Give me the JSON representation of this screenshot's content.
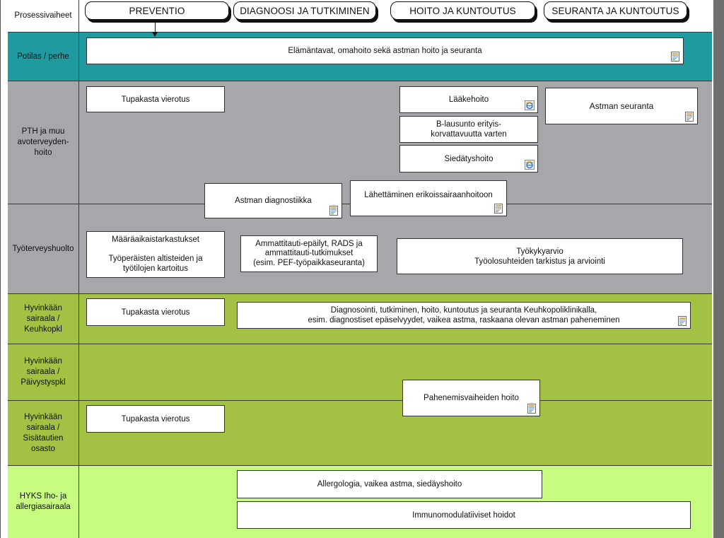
{
  "colors": {
    "lane_header": "#ffffff",
    "lane_patient": "#1e9aa0",
    "lane_primary": "#a7a7ab",
    "lane_occupational": "#a7a7ab",
    "lane_hospital": "#a3c244",
    "lane_hyks": "#c6fb80"
  },
  "header": {
    "label": "Prosessivaiheet"
  },
  "phases": [
    "PREVENTIO",
    "DIAGNOOSI JA TUTKIMINEN",
    "HOITO JA KUNTOUTUS",
    "SEURANTA JA KUNTOUTUS"
  ],
  "lanes": [
    "Potilas / perhe",
    "PTH ja muu\navoterveyden-\nhoito",
    "Työterveyshuolto",
    "Hyvinkään\nsairaala /\nKeuhkopkl",
    "Hyvinkään\nsairaala /\nPäivystyspkl",
    "Hyvinkään\nsairaala /\nSisätautien osasto",
    "HYKS Iho- ja\nallergiasairaala"
  ],
  "boxes": {
    "patient_care": "Elämäntavat, omahoito sekä astman hoito ja seuranta",
    "pth_smoking": "Tupakasta vierotus",
    "pth_medication": "Lääkehoito",
    "pth_statement": "B-lausunto erityis-\nkorvattavuutta varten",
    "pth_desensitization": "Siedätyshoito",
    "pth_followup": "Astman seuranta",
    "diagnostics": "Astman diagnostiikka",
    "referral": "Lähettäminen erikoissairaanhoitoon",
    "occ_checkups": "Määräaikaistarkastukset\n\nTyöperäisten altisteiden ja\ntyötilojen kartoitus",
    "occ_disease": "Ammattitauti-epäilyt, RADS ja\nammattitauti-tutkimukset\n(esim. PEF-työpaikkaseuranta)",
    "occ_workability": "Työkykyarvio\nTyöolosuhteiden tarkistus ja arviointi",
    "keuhko_smoking": "Tupakasta vierotus",
    "keuhko_clinic": "Diagnosointi, tutkiminen, hoito, kuntoutus ja seuranta Keuhkopoliklinikalla,\nesim. diagnostiset epäselvyydet, vaikea astma, raskaana olevan astman paheneminen",
    "exacerbation": "Pahenemisvaiheiden hoito",
    "ward_smoking": "Tupakasta vierotus",
    "hyks_allergy": "Allergologia, vaikea astma, siedäyshoito",
    "hyks_immuno": "Immunomodulatiiviset hoidot"
  },
  "icons": {
    "document": "document-icon",
    "web_link": "web-link-icon"
  }
}
